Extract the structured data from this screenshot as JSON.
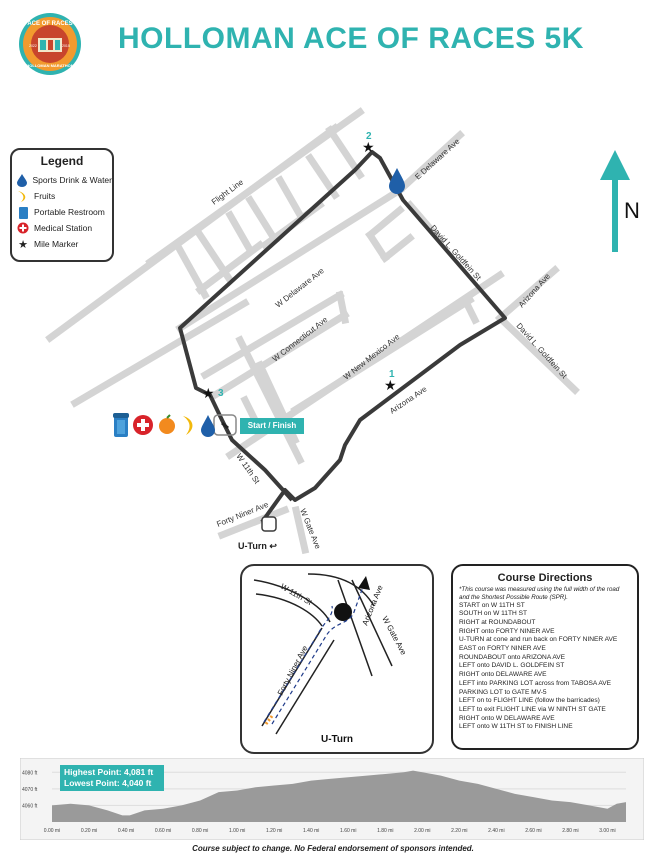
{
  "title": "HOLLOMAN ACE OF RACES 5K",
  "logo": {
    "top": "ACE OF RACES",
    "bottom": "HOLLOMAN MARATHON",
    "year_left": "2022",
    "year_right": "2015"
  },
  "legend": {
    "heading": "Legend",
    "items": [
      {
        "icon": "water-drop-icon",
        "label": "Sports Drink & Water"
      },
      {
        "icon": "banana-icon",
        "label": "Fruits"
      },
      {
        "icon": "portable-restroom-icon",
        "label": "Portable Restroom"
      },
      {
        "icon": "medical-cross-icon",
        "label": "Medical Station"
      },
      {
        "icon": "star-icon",
        "label": "Mile Marker"
      }
    ]
  },
  "north": "N",
  "markers": {
    "m1": "1",
    "m2": "2",
    "m3": "3"
  },
  "start_finish": "Start / Finish",
  "uturn": "U-Turn",
  "streets": {
    "flight_line": "Flight Line",
    "e_delaware": "E Delaware Ave",
    "w_delaware": "W Delaware Ave",
    "goldfein_1": "David L. Goldfein St",
    "goldfein_2": "David L. Goldfein St",
    "arizona_1": "Arizona Ave",
    "arizona_2": "Arizona Ave",
    "w_connecticut": "W Connecticut Ave",
    "w_new_mexico": "W New Mexico Ave",
    "w_11th": "W 11th St",
    "forty_niner": "Forty Niner Ave",
    "w_gate": "W Gate Ave"
  },
  "inset": {
    "caption": "U-Turn",
    "w11": "W 11th St",
    "arizona": "Arizona Ave",
    "w_gate": "W Gate Ave",
    "forty_niner": "Forty Niner Ave"
  },
  "directions": {
    "heading": "Course Directions",
    "note": "*This course was measured using the full width of the road and the Shortest Possible Route (SPR).",
    "steps": [
      "START on W 11TH ST",
      "SOUTH on W 11TH ST",
      "RIGHT at ROUNDABOUT",
      "RIGHT onto FORTY NINER AVE",
      "U-TURN at cone and run back on FORTY NINER AVE",
      "EAST on FORTY NINER AVE",
      "ROUNDABOUT onto ARIZONA AVE",
      "LEFT onto DAVID L. GOLDFEIN ST",
      "RIGHT onto DELAWARE AVE",
      "LEFT into PARKING LOT across from TABOSA AVE",
      "PARKING LOT to GATE MV-5",
      "LEFT on to FLIGHT LINE (follow the barricades)",
      "LEFT to exit FLIGHT LINE via W NINTH ST GATE",
      "RIGHT onto W DELAWARE AVE",
      "LEFT onto W 11TH ST to FINISH LINE"
    ]
  },
  "elevation": {
    "highest": "Highest Point: 4,081 ft",
    "lowest": "Lowest Point: 4,040 ft",
    "y_labels": [
      "4080 ft",
      "4070 ft",
      "4060 ft"
    ],
    "x_labels": [
      "0.00 mi",
      "0.20 mi",
      "0.40 mi",
      "0.60 mi",
      "0.80 mi",
      "1.00 mi",
      "1.20 mi",
      "1.40 mi",
      "1.60 mi",
      "1.80 mi",
      "2.00 mi",
      "2.20 mi",
      "2.40 mi",
      "2.60 mi",
      "2.80 mi",
      "3.00 mi"
    ],
    "profile": [
      [
        0.0,
        4060
      ],
      [
        0.1,
        4061
      ],
      [
        0.2,
        4060
      ],
      [
        0.3,
        4057
      ],
      [
        0.38,
        4054
      ],
      [
        0.42,
        4054
      ],
      [
        0.5,
        4057
      ],
      [
        0.6,
        4058
      ],
      [
        0.7,
        4060
      ],
      [
        0.8,
        4063
      ],
      [
        0.9,
        4068
      ],
      [
        1.0,
        4069
      ],
      [
        1.1,
        4071
      ],
      [
        1.2,
        4072
      ],
      [
        1.3,
        4073
      ],
      [
        1.4,
        4075
      ],
      [
        1.5,
        4076
      ],
      [
        1.6,
        4077
      ],
      [
        1.7,
        4078
      ],
      [
        1.8,
        4079
      ],
      [
        1.9,
        4080
      ],
      [
        1.95,
        4081
      ],
      [
        2.0,
        4080
      ],
      [
        2.1,
        4078
      ],
      [
        2.2,
        4075
      ],
      [
        2.3,
        4073
      ],
      [
        2.4,
        4070
      ],
      [
        2.5,
        4067
      ],
      [
        2.6,
        4065
      ],
      [
        2.7,
        4063
      ],
      [
        2.8,
        4062
      ],
      [
        2.9,
        4060
      ],
      [
        3.0,
        4058
      ],
      [
        3.05,
        4061
      ],
      [
        3.1,
        4062
      ]
    ]
  },
  "footer": "Course subject to change. No Federal endorsement of sponsors intended.",
  "colors": {
    "accent": "#2fb3b0",
    "route": "#3a3a3a",
    "road": "#d4d4d4",
    "water": "#1f5fa8",
    "banana": "#f2b90c",
    "medical": "#d8232a",
    "restroom": "#2a7fc4"
  }
}
